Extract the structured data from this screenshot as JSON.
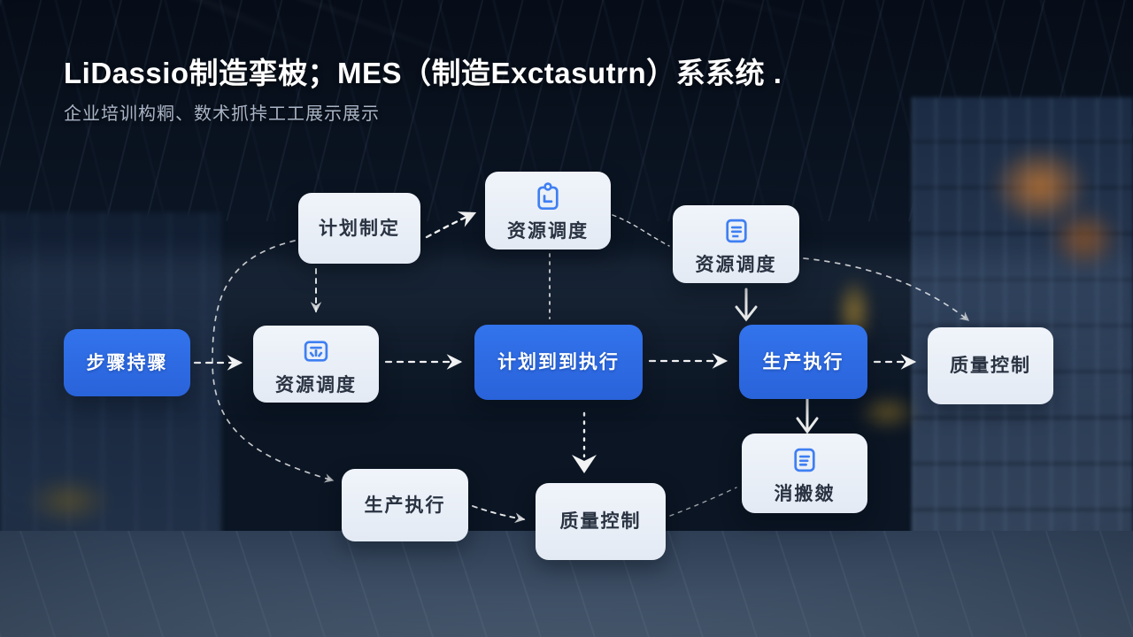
{
  "header": {
    "title": "LiDassio制造挛柀；MES（制造Exctasutrn）系系统 .",
    "subtitle": "企业培训构粡、数术抓挊工工展示展示"
  },
  "diagram": {
    "nodes": [
      {
        "id": "plan",
        "label": "计划制定",
        "style": "white"
      },
      {
        "id": "resource-top",
        "label": "资源调度",
        "style": "white",
        "icon": "clipboard-icon"
      },
      {
        "id": "resource-right",
        "label": "资源调度",
        "style": "white",
        "icon": "document-lines-icon"
      },
      {
        "id": "steps",
        "label": "步骤持骤",
        "style": "blue"
      },
      {
        "id": "resource-mid",
        "label": "资源调度",
        "style": "white",
        "icon": "card-lines-icon"
      },
      {
        "id": "plan-to-execution",
        "label": "计划到到执行",
        "style": "blue"
      },
      {
        "id": "production",
        "label": "生产执行",
        "style": "blue"
      },
      {
        "id": "quality-right",
        "label": "质量控制",
        "style": "white"
      },
      {
        "id": "data-doc",
        "label": "消搬皴",
        "style": "white",
        "icon": "document-lines-icon"
      },
      {
        "id": "production-bottom",
        "label": "生产执行",
        "style": "white"
      },
      {
        "id": "quality-bottom",
        "label": "质量控制",
        "style": "white"
      }
    ],
    "connections": [
      {
        "from": "steps",
        "to": "resource-mid",
        "style": "dashed-arrow"
      },
      {
        "from": "resource-mid",
        "to": "plan-to-execution",
        "style": "dashed-arrow"
      },
      {
        "from": "plan-to-execution",
        "to": "production",
        "style": "dashed-arrow"
      },
      {
        "from": "production",
        "to": "quality-right",
        "style": "dashed-arrow"
      },
      {
        "from": "plan",
        "to": "resource-top",
        "style": "dashed-arrow"
      },
      {
        "from": "plan",
        "to": "resource-mid",
        "style": "dashed-arrow"
      },
      {
        "from": "resource-top",
        "to": "plan-to-execution",
        "style": "dashed-line"
      },
      {
        "from": "resource-top",
        "to": "resource-right",
        "style": "dashed-curve"
      },
      {
        "from": "resource-right",
        "to": "production",
        "style": "drawn-arrow"
      },
      {
        "from": "resource-right",
        "to": "quality-right",
        "style": "dashed-curve"
      },
      {
        "from": "production",
        "to": "data-doc",
        "style": "drawn-arrow"
      },
      {
        "from": "plan-to-execution",
        "to": "quality-bottom",
        "style": "dashed-arrow"
      },
      {
        "from": "plan",
        "to": "production-bottom",
        "style": "dashed-curve"
      },
      {
        "from": "production-bottom",
        "to": "quality-bottom",
        "style": "dashed-arrow"
      },
      {
        "from": "quality-bottom",
        "to": "data-doc",
        "style": "dashed-line"
      }
    ]
  },
  "colors": {
    "node_blue": "#2d6ce6",
    "node_white": "#e9eef6",
    "icon_blue": "#3f7ff2",
    "text_dark": "#2a3342",
    "text_muted": "#6e7a8c",
    "background_navy": "#132236",
    "connector_white": "#ffffff"
  }
}
